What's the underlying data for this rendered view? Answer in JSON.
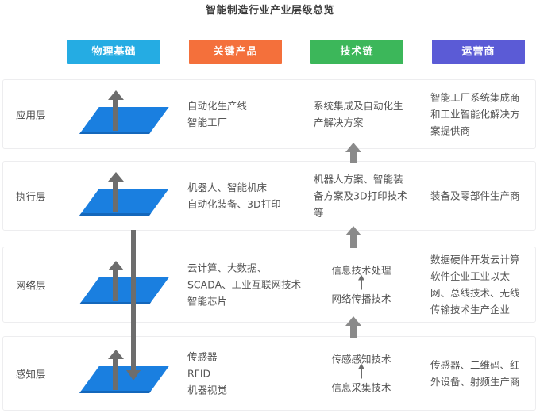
{
  "title": "智能制造行业产业层级总览",
  "columns": [
    {
      "label": "物理基础",
      "color": "#25ace3"
    },
    {
      "label": "关键产品",
      "color": "#f4703b"
    },
    {
      "label": "技术链",
      "color": "#3cb75a"
    },
    {
      "label": "运营商",
      "color": "#5b5bd6"
    }
  ],
  "rows": [
    {
      "layer": "应用层",
      "physical": "自动化生产线\n智能工厂",
      "product": "系统集成及自动化生\n产解决方案",
      "tech_upper": "",
      "tech_lower": "",
      "operator": "智能工厂系统集成商\n和工业智能化解决方\n案提供商"
    },
    {
      "layer": "执行层",
      "physical": "机器人、智能机床\n自动化装备、3D打印",
      "product": "机器人方案、智能装\n备方案及3D打印技术\n等",
      "tech_upper": "",
      "tech_lower": "",
      "operator": "装备及零部件生产商"
    },
    {
      "layer": "网络层",
      "physical": "云计算、大数据、\nSCADA、工业互联网技术\n智能芯片",
      "product": "",
      "tech_upper": "信息技术处理",
      "tech_lower": "网络传播技术",
      "operator": "数据硬件开发云计算\n软件企业工业以太\n网、总线技术、无线\n传输技术生产企业"
    },
    {
      "layer": "感知层",
      "physical": "传感器\nRFID\n机器视觉",
      "product": "",
      "tech_upper": "传感感知技术",
      "tech_lower": "信息采集技术",
      "operator": "传感器、二维码、红\n外设备、射频生产商"
    }
  ],
  "icons": {
    "plane": "blue-3d-plane-icon",
    "up_arrow": "up-arrow-icon",
    "down_arrow": "down-arrow-icon"
  }
}
